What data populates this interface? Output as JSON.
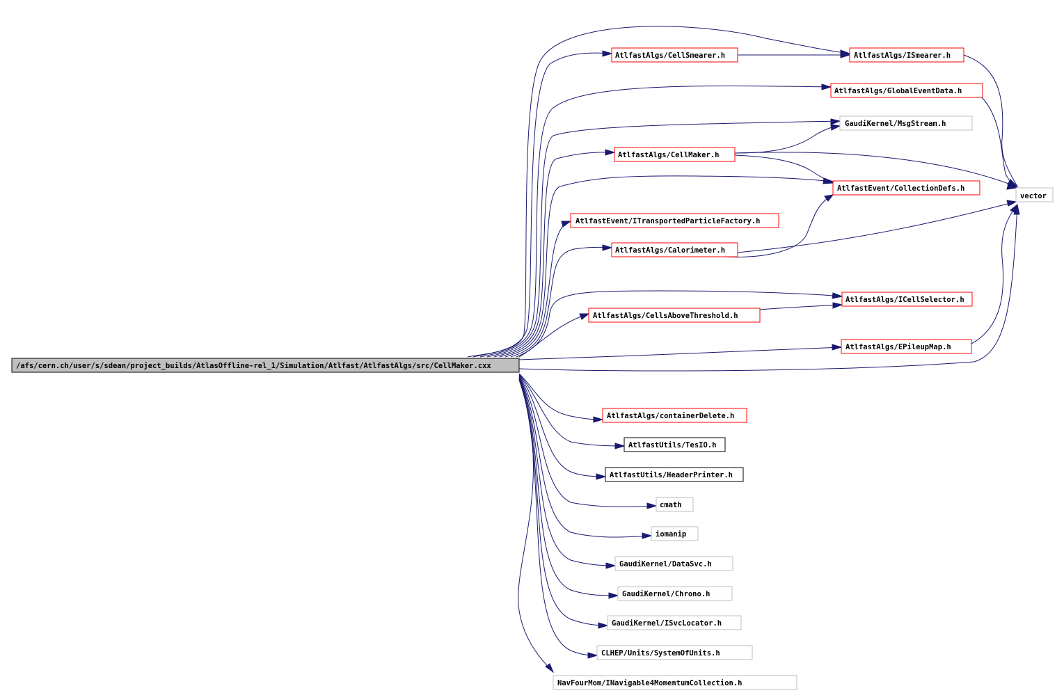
{
  "graph": {
    "root": {
      "id": "root",
      "label": "/afs/cern.ch/user/s/sdean/project_builds/AtlasOffline-rel_1/Simulation/Atlfast/AtlfastAlgs/src/CellMaker.cxx"
    },
    "nodes": [
      {
        "id": "cellsmearer",
        "label": "AtlfastAlgs/CellSmearer.h",
        "style": "red"
      },
      {
        "id": "ismearer",
        "label": "AtlfastAlgs/ISmearer.h",
        "style": "red"
      },
      {
        "id": "globaleventdata",
        "label": "AtlfastAlgs/GlobalEventData.h",
        "style": "red"
      },
      {
        "id": "msgstream",
        "label": "GaudiKernel/MsgStream.h",
        "style": "grey"
      },
      {
        "id": "cellmaker",
        "label": "AtlfastAlgs/CellMaker.h",
        "style": "red"
      },
      {
        "id": "vector",
        "label": "vector",
        "style": "grey"
      },
      {
        "id": "collectiondefs",
        "label": "AtlfastEvent/CollectionDefs.h",
        "style": "red"
      },
      {
        "id": "itransported",
        "label": "AtlfastEvent/ITransportedParticleFactory.h",
        "style": "red"
      },
      {
        "id": "calorimeter",
        "label": "AtlfastAlgs/Calorimeter.h",
        "style": "red"
      },
      {
        "id": "icellselector",
        "label": "AtlfastAlgs/ICellSelector.h",
        "style": "red"
      },
      {
        "id": "cellsabove",
        "label": "AtlfastAlgs/CellsAboveThreshold.h",
        "style": "red"
      },
      {
        "id": "epileupmap",
        "label": "AtlfastAlgs/EPileupMap.h",
        "style": "red"
      },
      {
        "id": "containerdelete",
        "label": "AtlfastAlgs/containerDelete.h",
        "style": "red"
      },
      {
        "id": "tesio",
        "label": "AtlfastUtils/TesIO.h",
        "style": "black"
      },
      {
        "id": "headerprinter",
        "label": "AtlfastUtils/HeaderPrinter.h",
        "style": "black"
      },
      {
        "id": "cmath",
        "label": "cmath",
        "style": "grey"
      },
      {
        "id": "iomanip",
        "label": "iomanip",
        "style": "grey"
      },
      {
        "id": "datasvc",
        "label": "GaudiKernel/DataSvc.h",
        "style": "grey"
      },
      {
        "id": "chrono",
        "label": "GaudiKernel/Chrono.h",
        "style": "grey"
      },
      {
        "id": "isvclocator",
        "label": "GaudiKernel/ISvcLocator.h",
        "style": "grey"
      },
      {
        "id": "systemofunits",
        "label": "CLHEP/Units/SystemOfUnits.h",
        "style": "grey"
      },
      {
        "id": "inavigable",
        "label": "NavFourMom/INavigable4MomentumCollection.h",
        "style": "grey"
      }
    ],
    "edges": [
      [
        "root",
        "cellsmearer"
      ],
      [
        "root",
        "ismearer"
      ],
      [
        "root",
        "globaleventdata"
      ],
      [
        "root",
        "msgstream"
      ],
      [
        "root",
        "cellmaker"
      ],
      [
        "root",
        "collectiondefs"
      ],
      [
        "root",
        "itransported"
      ],
      [
        "root",
        "calorimeter"
      ],
      [
        "root",
        "icellselector"
      ],
      [
        "root",
        "cellsabove"
      ],
      [
        "root",
        "epileupmap"
      ],
      [
        "root",
        "vector"
      ],
      [
        "root",
        "containerdelete"
      ],
      [
        "root",
        "tesio"
      ],
      [
        "root",
        "headerprinter"
      ],
      [
        "root",
        "cmath"
      ],
      [
        "root",
        "iomanip"
      ],
      [
        "root",
        "datasvc"
      ],
      [
        "root",
        "chrono"
      ],
      [
        "root",
        "isvclocator"
      ],
      [
        "root",
        "systemofunits"
      ],
      [
        "root",
        "inavigable"
      ],
      [
        "cellsmearer",
        "ismearer"
      ],
      [
        "ismearer",
        "vector"
      ],
      [
        "globaleventdata",
        "vector"
      ],
      [
        "cellmaker",
        "msgstream"
      ],
      [
        "cellmaker",
        "vector"
      ],
      [
        "cellmaker",
        "collectiondefs"
      ],
      [
        "calorimeter",
        "collectiondefs"
      ],
      [
        "calorimeter",
        "vector"
      ],
      [
        "cellsabove",
        "icellselector"
      ],
      [
        "epileupmap",
        "vector"
      ]
    ]
  }
}
